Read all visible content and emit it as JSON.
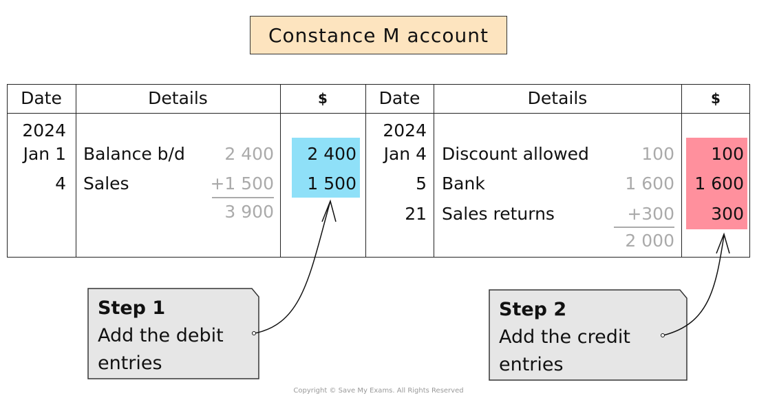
{
  "title": "Constance M account",
  "headers": {
    "date": "Date",
    "details": "Details",
    "amount": "$"
  },
  "debit": {
    "year": "2024",
    "rows": [
      {
        "date": "Jan 1",
        "details": "Balance b/d",
        "working": "2 400",
        "amount": "2 400"
      },
      {
        "date": "4",
        "details": "Sales",
        "working": "+1 500",
        "amount": "1 500"
      }
    ],
    "working_total": "3 900"
  },
  "credit": {
    "year": "2024",
    "rows": [
      {
        "date": "Jan 4",
        "details": "Discount allowed",
        "working": "100",
        "amount": "100"
      },
      {
        "date": "5",
        "details": "Bank",
        "working": "1 600",
        "amount": "1 600"
      },
      {
        "date": "21",
        "details": "Sales returns",
        "working": "+300",
        "amount": "300"
      }
    ],
    "working_total": "2 000"
  },
  "steps": [
    {
      "heading": "Step 1",
      "text": "Add the debit entries"
    },
    {
      "heading": "Step 2",
      "text": "Add the credit entries"
    }
  ],
  "colors": {
    "title_bg": "#fde4bf",
    "debit_highlight": "#8fe0f8",
    "credit_highlight": "#ff909d",
    "step_bg": "#e6e6e6"
  },
  "copyright": "Copyright © Save My Exams. All Rights Reserved"
}
